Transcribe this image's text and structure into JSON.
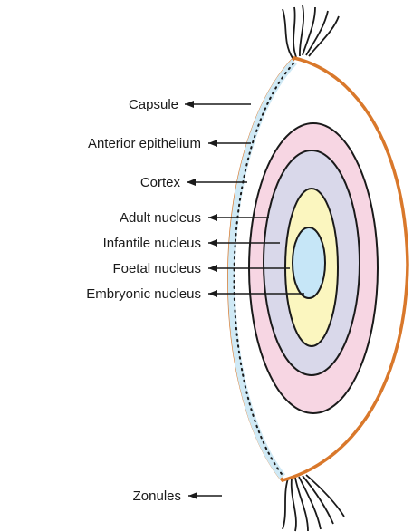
{
  "labels": {
    "capsule": "Capsule",
    "anterior_epithelium": "Anterior epithelium",
    "cortex": "Cortex",
    "adult_nucleus": "Adult nucleus",
    "infantile_nucleus": "Infantile nucleus",
    "foetal_nucleus": "Foetal nucleus",
    "embryonic_nucleus": "Embryonic nucleus",
    "zonules": "Zonules"
  },
  "colors": {
    "capsule": "#d9782b",
    "epithelium_fill": "#cfe9f5",
    "cortex_layer": "#f7d6e3",
    "adult_layer": "#d9d8ea",
    "infantile_layer": "#fbf6bf",
    "embryonic_layer": "#c6e6f7",
    "outline": "#1a1a1a"
  }
}
